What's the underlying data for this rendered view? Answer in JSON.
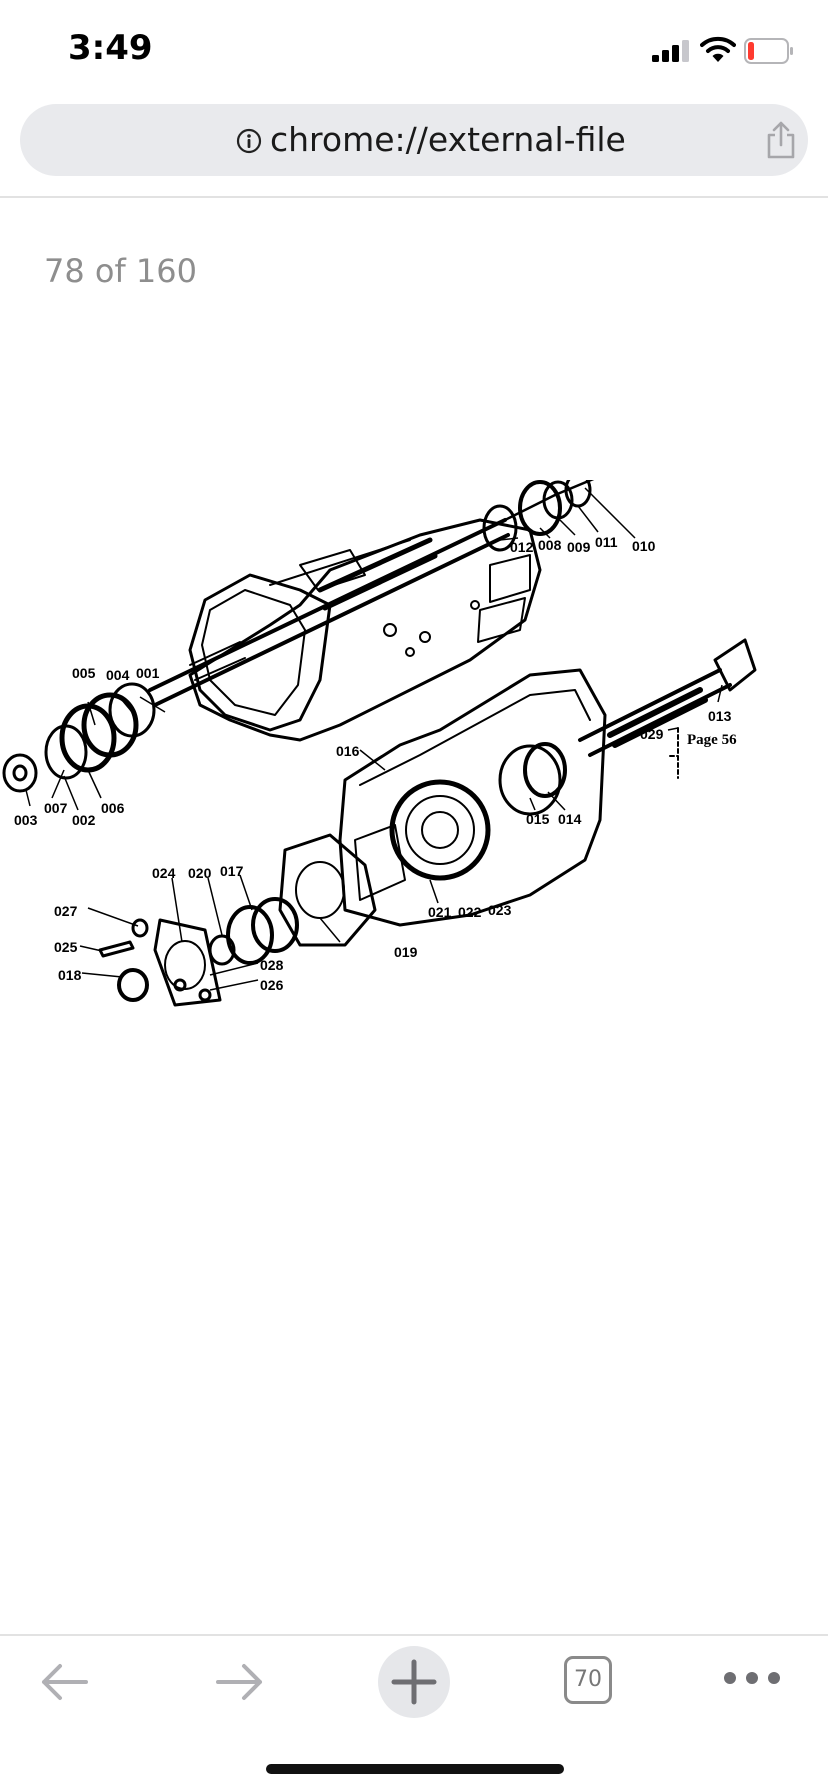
{
  "status_bar": {
    "time": "3:49",
    "icons": [
      "signal-icon",
      "wifi-icon",
      "battery-low-icon"
    ],
    "battery_color": "#ff3b30"
  },
  "url_bar": {
    "url": "chrome://external-file",
    "icons": [
      "info-icon",
      "share-icon"
    ]
  },
  "viewer": {
    "page_counter": "78 of 160"
  },
  "diagram": {
    "labels": {
      "p001": "001",
      "p002": "002",
      "p003": "003",
      "p004": "004",
      "p005": "005",
      "p006": "006",
      "p007": "007",
      "p008": "008",
      "p009": "009",
      "p010": "010",
      "p011": "011",
      "p012": "012",
      "p013": "013",
      "p014": "014",
      "p015": "015",
      "p016": "016",
      "p017": "017",
      "p018": "018",
      "p019": "019",
      "p020": "020",
      "p021": "021",
      "p022": "022",
      "p023": "023",
      "p024": "024",
      "p025": "025",
      "p026": "026",
      "p027": "027",
      "p028": "028",
      "p029": "029"
    },
    "page_ref": "Page 56"
  },
  "toolbar": {
    "tab_count": "70",
    "icons": [
      "back-arrow-icon",
      "forward-arrow-icon",
      "plus-icon",
      "tabs-icon",
      "more-icon"
    ]
  }
}
